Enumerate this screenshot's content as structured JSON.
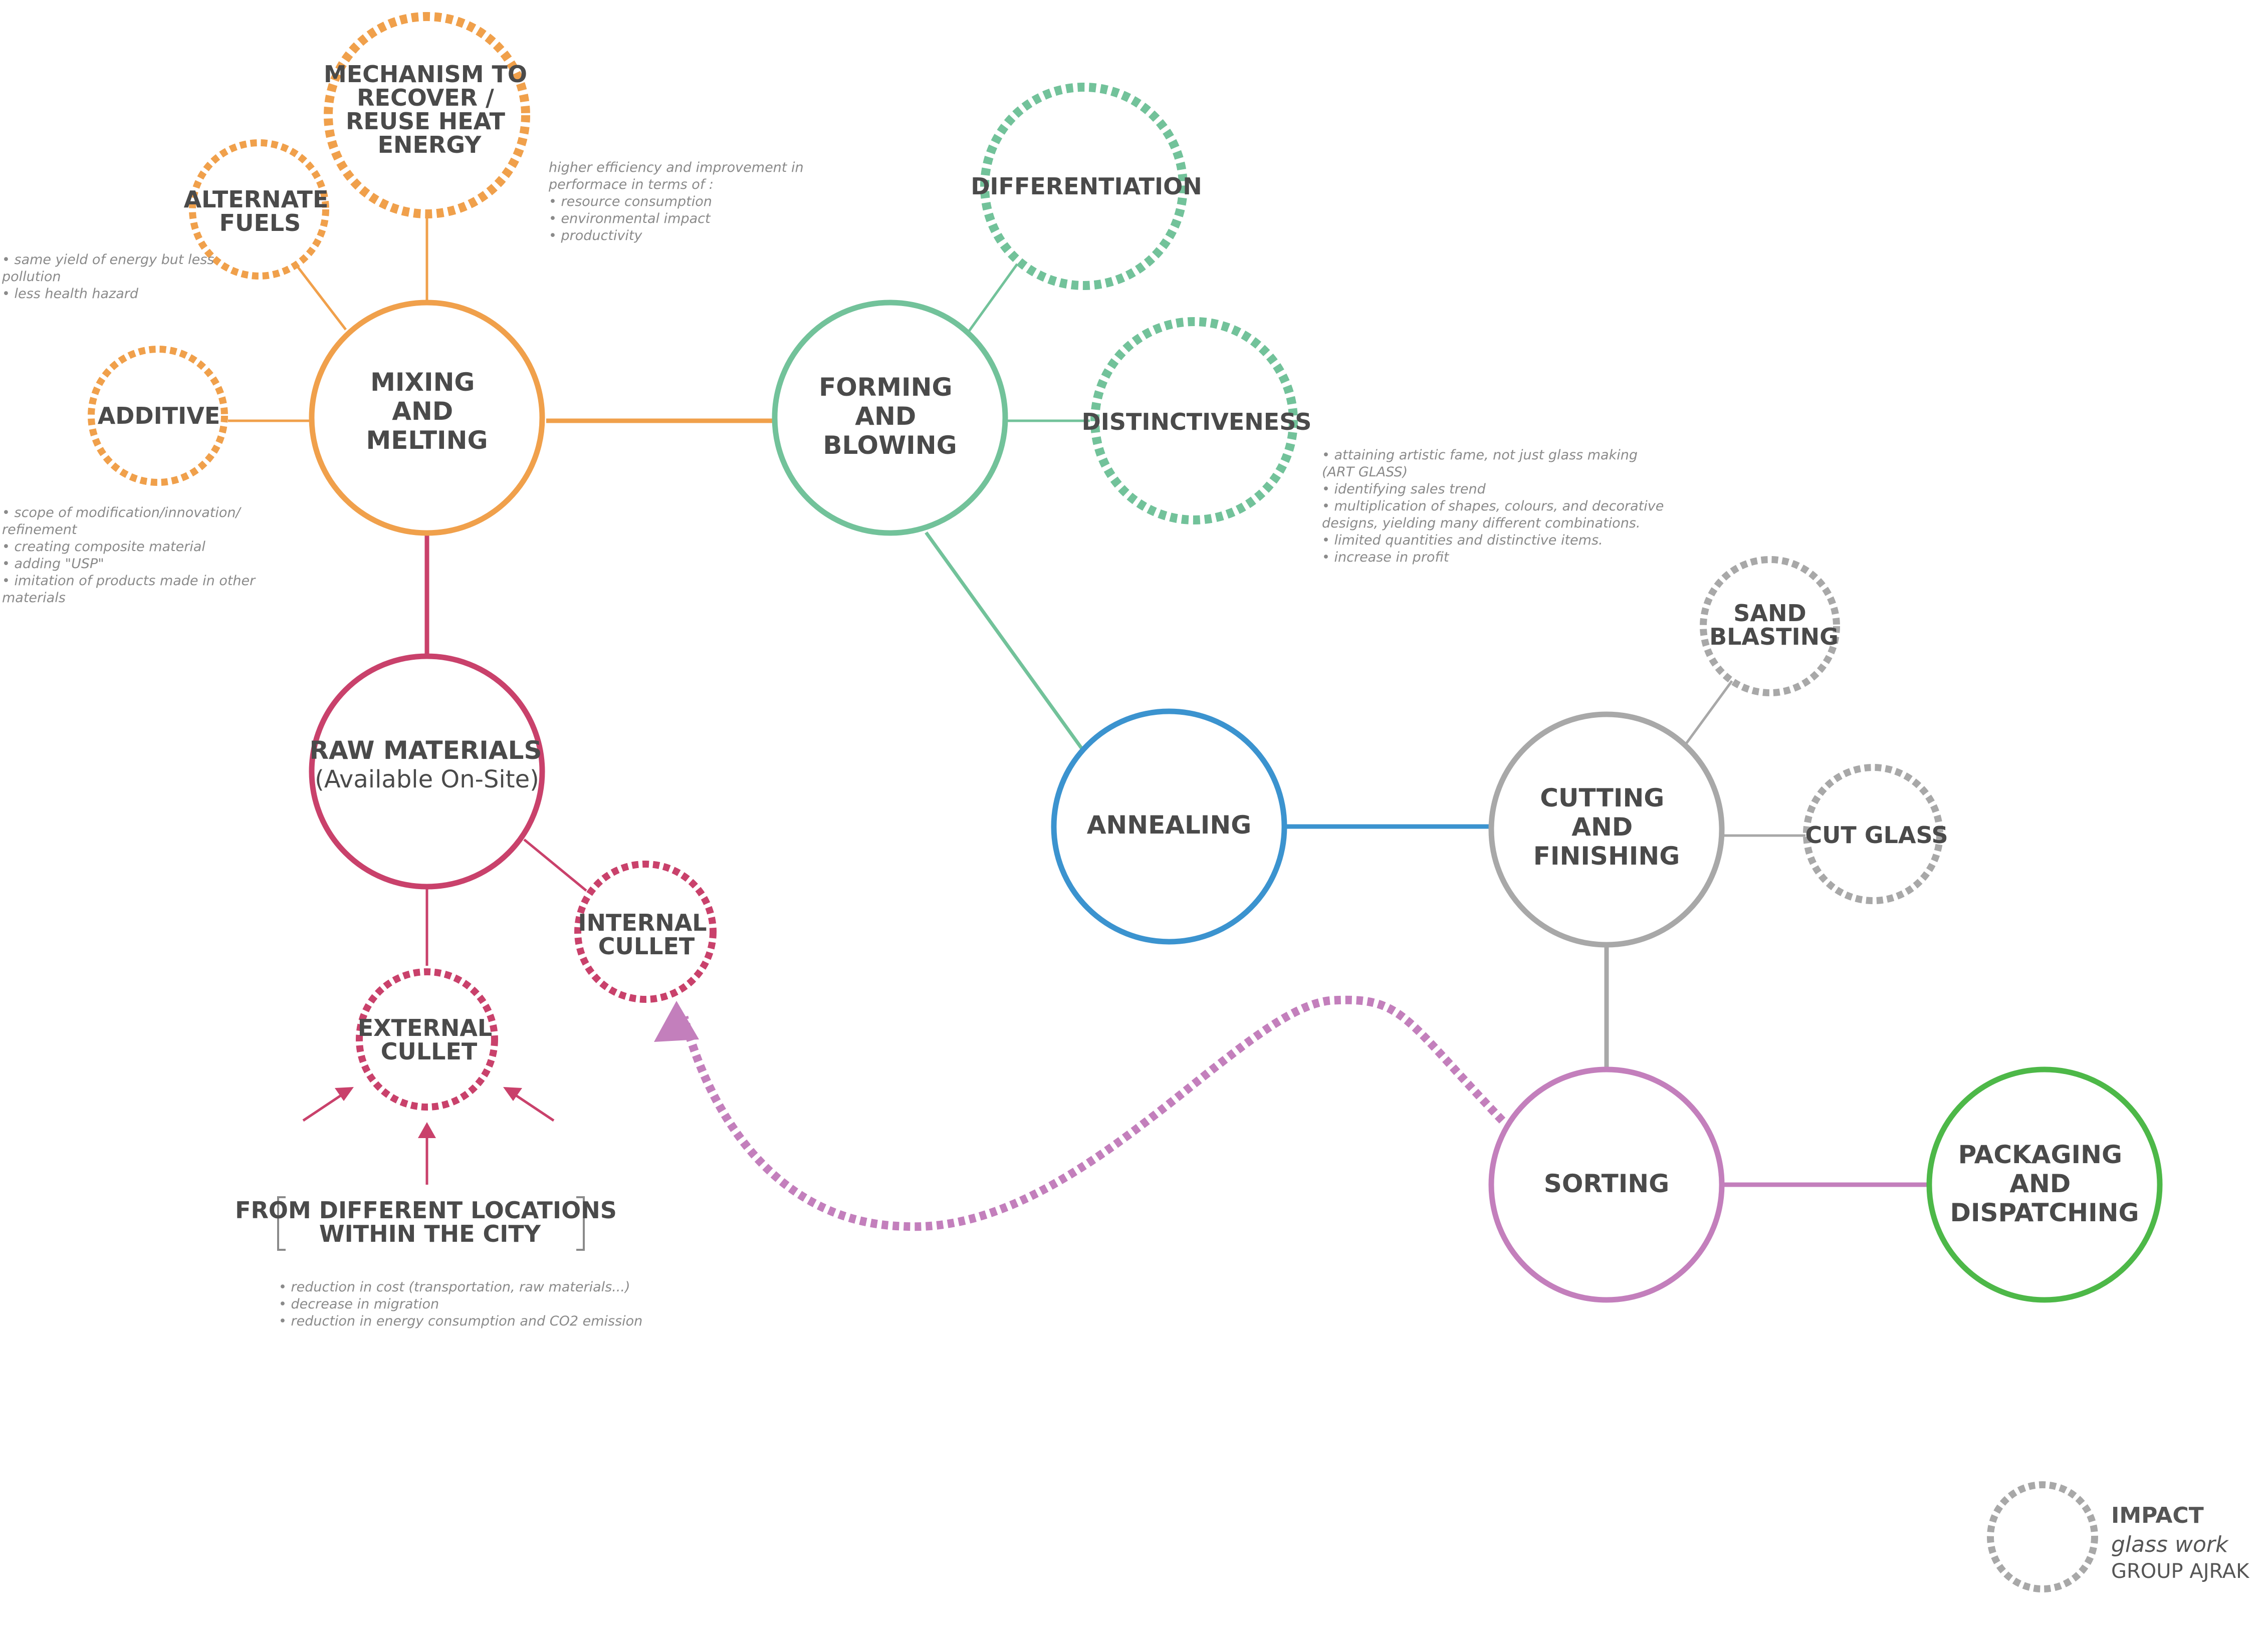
{
  "colors": {
    "orange": "#f0a04b",
    "teal": "#72c29a",
    "crimson": "#c9416b",
    "blue": "#3b93cf",
    "gray": "#a8a8a8",
    "purple": "#c37fbc",
    "green": "#4db848",
    "text": "#4a4a4a",
    "note": "#8a8a8a"
  },
  "nodes": {
    "mixing": [
      "MIXING",
      "AND",
      "MELTING"
    ],
    "forming": [
      "FORMING",
      "AND",
      "BLOWING"
    ],
    "raw": [
      "RAW MATERIALS",
      "(Available On-Site)"
    ],
    "annealing": [
      "ANNEALING"
    ],
    "cutting": [
      "CUTTING",
      "AND",
      "FINISHING"
    ],
    "sorting": [
      "SORTING"
    ],
    "packaging": [
      "PACKAGING",
      "AND",
      "DISPATCHING"
    ],
    "mechanism": [
      "MECHANISM TO",
      "RECOVER /",
      "REUSE HEAT",
      "ENERGY"
    ],
    "fuels": [
      "ALTERNATE",
      "FUELS"
    ],
    "additive": [
      "ADDITIVE"
    ],
    "differentiation": [
      "DIFFERENTIATION"
    ],
    "distinctiveness": [
      "DISTINCTIVENESS"
    ],
    "internal_cullet": [
      "INTERNAL",
      "CULLET"
    ],
    "external_cullet": [
      "EXTERNAL",
      "CULLET"
    ],
    "sand_blasting": [
      "SAND",
      "BLASTING"
    ],
    "cut_glass": [
      "CUT GLASS"
    ],
    "locations": [
      "FROM DIFFERENT LOCATIONS",
      "WITHIN THE CITY"
    ]
  },
  "notes": {
    "mechanism": [
      "higher efficiency and improvement in",
      "performace in terms of :",
      "• resource consumption",
      "• environmental impact",
      "• productivity"
    ],
    "fuels": [
      "• same yield of energy but less",
      "   pollution",
      "• less health hazard"
    ],
    "additive": [
      "• scope of modification/innovation/",
      "   refinement",
      "• creating composite material",
      "• adding \"USP\"",
      "• imitation of products made in other",
      "   materials"
    ],
    "distinctiveness": [
      "• attaining artistic fame, not just glass making",
      "   (ART GLASS)",
      "• identifying sales trend",
      "• multiplication of shapes, colours, and decorative",
      "   designs, yielding many different combinations.",
      "• limited quantities and distinctive items.",
      "• increase in profit"
    ],
    "locations": [
      "• reduction in cost (transportation, raw materials...)",
      "• decrease in migration",
      "• reduction in energy consumption and CO2 emission"
    ]
  },
  "legend": {
    "title": "IMPACT",
    "subtitle": "glass work",
    "group": "GROUP AJRAK"
  }
}
